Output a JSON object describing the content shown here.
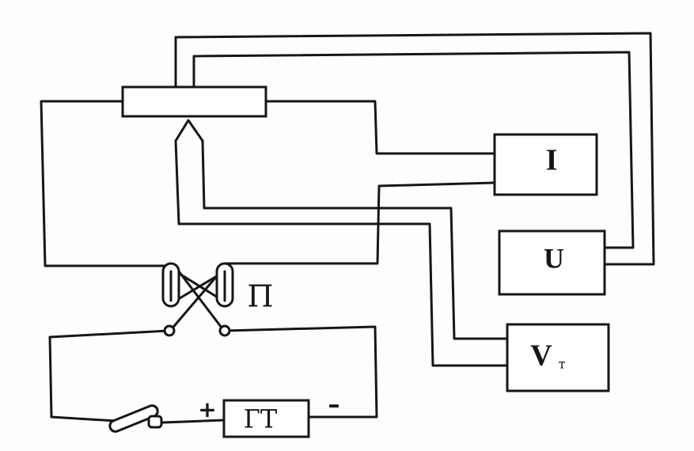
{
  "diagram": {
    "meters": {
      "current": "I",
      "voltage": "U",
      "thermo": "V",
      "thermo_sub": "т"
    },
    "switch_label": "П",
    "source_label": "ГТ",
    "polarity": {
      "plus": "+",
      "minus": "–"
    }
  }
}
